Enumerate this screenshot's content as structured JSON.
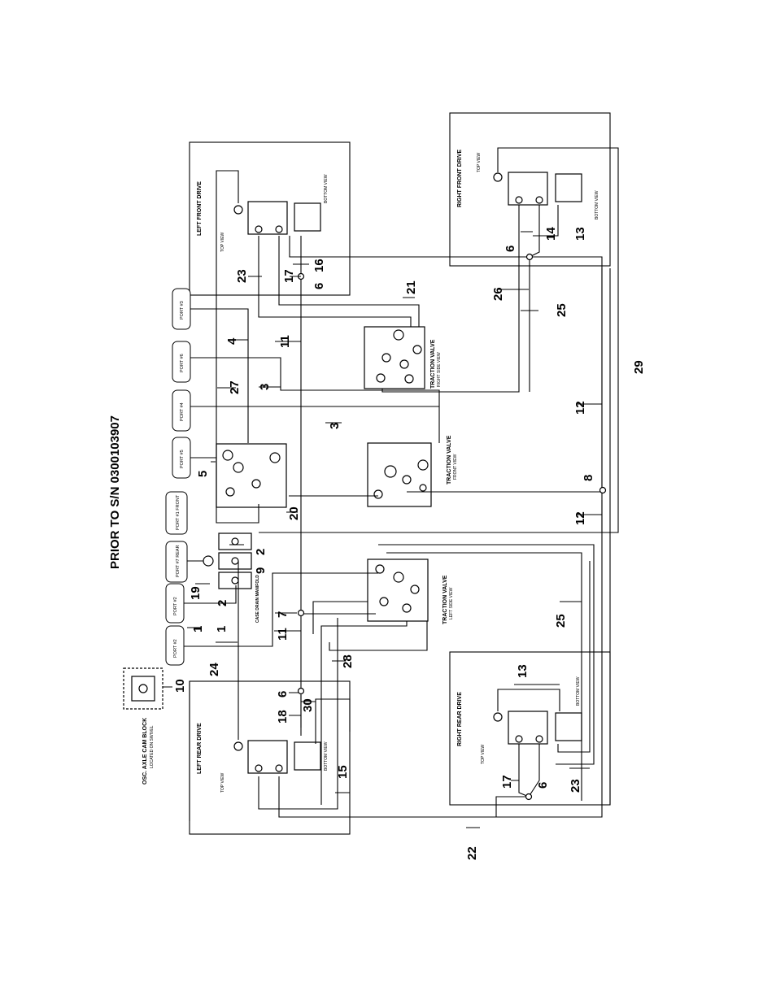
{
  "title": "PRIOR TO S/N 0300103907",
  "ports": [
    {
      "key": "port3",
      "label": "PORT #3"
    },
    {
      "key": "port6",
      "label": "PORT #6"
    },
    {
      "key": "port4",
      "label": "PORT #4"
    },
    {
      "key": "port5",
      "label": "PORT #5"
    },
    {
      "key": "port1",
      "label": "PORT #1 FRONT"
    },
    {
      "key": "port7",
      "label": "PORT #7 REAR"
    },
    {
      "key": "port2a",
      "label": "PORT #2"
    },
    {
      "key": "port2b",
      "label": "PORT #2"
    }
  ],
  "components": {
    "left_front_drive": "LEFT FRONT DRIVE",
    "right_front_drive": "RIGHT FRONT DRIVE",
    "left_rear_drive": "LEFT REAR DRIVE",
    "right_rear_drive": "RIGHT REAR DRIVE",
    "traction_valve_right": "TRACTION VALVE",
    "traction_valve_right_sub": "RIGHT SIDE VIEW",
    "traction_valve_front": "TRACTION VALVE",
    "traction_valve_front_sub": "FRONT VIEW",
    "traction_valve_left": "TRACTION VALVE",
    "traction_valve_left_sub": "LEFT SIDE VIEW",
    "case_drain_manifold": "CASE DRAIN MANIFOLD",
    "osc_axle_cam_block": "OSC. AXLE CAM BLOCK",
    "osc_axle_cam_block_sub": "LOCATED ON SWIVEL"
  },
  "view_labels": {
    "top_view": "TOP VIEW",
    "bottom_view": "BOTTOM VIEW"
  },
  "callouts": [
    {
      "key": "c23a",
      "text": "23"
    },
    {
      "key": "c17a",
      "text": "17"
    },
    {
      "key": "c6a",
      "text": "6"
    },
    {
      "key": "c16",
      "text": "16"
    },
    {
      "key": "c6b",
      "text": "6"
    },
    {
      "key": "c14",
      "text": "14"
    },
    {
      "key": "c13a",
      "text": "13"
    },
    {
      "key": "c26",
      "text": "26"
    },
    {
      "key": "c25a",
      "text": "25"
    },
    {
      "key": "c21",
      "text": "21"
    },
    {
      "key": "c4",
      "text": "4"
    },
    {
      "key": "c11a",
      "text": "11"
    },
    {
      "key": "c27",
      "text": "27"
    },
    {
      "key": "c3a",
      "text": "3"
    },
    {
      "key": "c3b",
      "text": "3"
    },
    {
      "key": "c29",
      "text": "29"
    },
    {
      "key": "c12a",
      "text": "12"
    },
    {
      "key": "c12b",
      "text": "12"
    },
    {
      "key": "c8",
      "text": "8"
    },
    {
      "key": "c5",
      "text": "5"
    },
    {
      "key": "c20",
      "text": "20"
    },
    {
      "key": "c2a",
      "text": "2"
    },
    {
      "key": "c9",
      "text": "9"
    },
    {
      "key": "c2b",
      "text": "2"
    },
    {
      "key": "c19",
      "text": "19"
    },
    {
      "key": "c7",
      "text": "7"
    },
    {
      "key": "c11b",
      "text": "11"
    },
    {
      "key": "c1a",
      "text": "1"
    },
    {
      "key": "c1b",
      "text": "1"
    },
    {
      "key": "c24",
      "text": "24"
    },
    {
      "key": "c28",
      "text": "28"
    },
    {
      "key": "c10",
      "text": "10"
    },
    {
      "key": "c6c",
      "text": "6"
    },
    {
      "key": "c18",
      "text": "18"
    },
    {
      "key": "c30",
      "text": "30"
    },
    {
      "key": "c25b",
      "text": "25"
    },
    {
      "key": "c13b",
      "text": "13"
    },
    {
      "key": "c15",
      "text": "15"
    },
    {
      "key": "c17b",
      "text": "17"
    },
    {
      "key": "c6d",
      "text": "6"
    },
    {
      "key": "c23b",
      "text": "23"
    },
    {
      "key": "c22",
      "text": "22"
    }
  ]
}
